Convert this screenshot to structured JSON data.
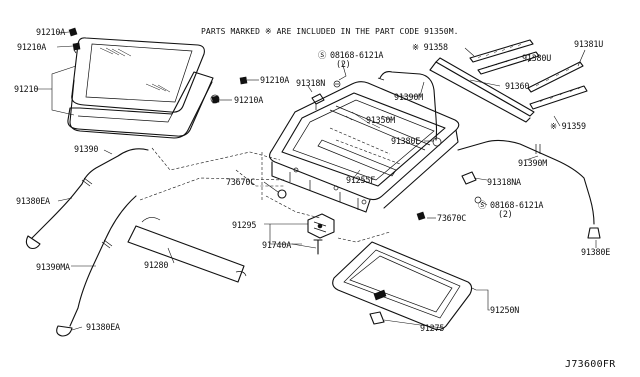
{
  "note": "PARTS MARKED ※ ARE INCLUDED IN THE PART CODE 91350M.",
  "diagram_code": "J73600FR",
  "labels": {
    "p91210A_top": "91210A",
    "p91210A_left": "91210A",
    "p91210": "91210",
    "p91210A_mid": "91210A",
    "p91210A_low": "91210A",
    "p08168_top": "08168-6121A",
    "p08168_top_qty": "(2)",
    "p91318N": "91318N",
    "p91358": "※ 91358",
    "p91380U": "91380U",
    "p91381U": "91381U",
    "p91360": "91360",
    "p91390M_top": "91390M",
    "p91350M": "91350M",
    "p91380E": "91380E",
    "p91359": "※ 91359",
    "p91390": "91390",
    "p91255F": "91255F",
    "p91390M_right": "91390M",
    "p73670C_left": "73670C",
    "p91318NA": "91318NA",
    "p91380EA_top": "91380EA",
    "p08168_right": "08168-6121A",
    "p08168_right_qty": "(2)",
    "p91295": "91295",
    "p73670C_right": "73670C",
    "p91740A": "91740A",
    "p91280": "91280",
    "p91390MA": "91390MA",
    "p91380E_right": "91380E",
    "p91250N": "91250N",
    "p91275": "91275",
    "p91380EA_bottom": "91380EA"
  }
}
